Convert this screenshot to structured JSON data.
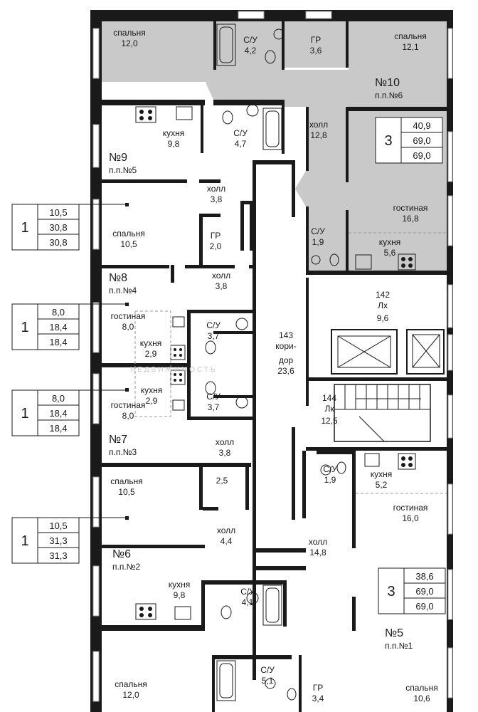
{
  "rooms": [
    {
      "name": "спальня",
      "area": "12,0"
    },
    {
      "name": "С/У",
      "area": "4,2"
    },
    {
      "name": "ГР",
      "area": "3,6"
    },
    {
      "name": "спальня",
      "area": "12,1"
    },
    {
      "name": "кухня",
      "area": "9,8"
    },
    {
      "name": "С/У",
      "area": "4,7"
    },
    {
      "name": "холл",
      "area": "12,8"
    },
    {
      "name": "холл",
      "area": "3,8"
    },
    {
      "name": "гостиная",
      "area": "16,8"
    },
    {
      "name": "спальня",
      "area": "10,5"
    },
    {
      "name": "ГР",
      "area": "2,0"
    },
    {
      "name": "С/У",
      "area": "1,9"
    },
    {
      "name": "кухня",
      "area": "5,6"
    },
    {
      "name": "холл",
      "area": "3,8"
    },
    {
      "name": "142",
      "area": "Лх"
    },
    {
      "name": "9,6",
      "area": ""
    },
    {
      "name": "гостиная",
      "area": "8,0"
    },
    {
      "name": "С/У",
      "area": "3,7"
    },
    {
      "name": "кухня",
      "area": "2,9"
    },
    {
      "name": "143",
      "area": "кори-"
    },
    {
      "name": "дор",
      "area": "23,6"
    },
    {
      "name": "кухня",
      "area": "2,9"
    },
    {
      "name": "С/У",
      "area": "3,7"
    },
    {
      "name": "гостиная",
      "area": "8,0"
    },
    {
      "name": "144",
      "area": "Лк"
    },
    {
      "name": "12,5",
      "area": ""
    },
    {
      "name": "холл",
      "area": "3,8"
    },
    {
      "name": "спальня",
      "area": "10,5"
    },
    {
      "name": "2,5",
      "area": ""
    },
    {
      "name": "С/У",
      "area": "1,9"
    },
    {
      "name": "кухня",
      "area": "5,2"
    },
    {
      "name": "гостиная",
      "area": "16,0"
    },
    {
      "name": "холл",
      "area": "4,4"
    },
    {
      "name": "холл",
      "area": "14,8"
    },
    {
      "name": "кухня",
      "area": "9,8"
    },
    {
      "name": "С/У",
      "area": "4,1"
    },
    {
      "name": "С/У",
      "area": "5,1"
    },
    {
      "name": "ГР",
      "area": "3,4"
    },
    {
      "name": "спальня",
      "area": "12,0"
    },
    {
      "name": "спальня",
      "area": "10,6"
    }
  ],
  "apartments": [
    {
      "number": "№10",
      "pp": "п.п.№6"
    },
    {
      "number": "№9",
      "pp": "п.п.№5"
    },
    {
      "number": "№8",
      "pp": "п.п.№4"
    },
    {
      "number": "№7",
      "pp": "п.п.№3"
    },
    {
      "number": "№6",
      "pp": "п.п.№2"
    },
    {
      "number": "№5",
      "pp": "п.п.№1"
    }
  ],
  "boxes": [
    {
      "rooms": "3",
      "v1": "40,9",
      "v2": "69,0",
      "v3": "69,0"
    },
    {
      "rooms": "1",
      "v1": "10,5",
      "v2": "30,8",
      "v3": "30,8"
    },
    {
      "rooms": "1",
      "v1": "8,0",
      "v2": "18,4",
      "v3": "18,4"
    },
    {
      "rooms": "1",
      "v1": "8,0",
      "v2": "18,4",
      "v3": "18,4"
    },
    {
      "rooms": "1",
      "v1": "10,5",
      "v2": "31,3",
      "v3": "31,3"
    },
    {
      "rooms": "3",
      "v1": "38,6",
      "v2": "69,0",
      "v3": "69,0"
    }
  ],
  "watermark": "НЕДВИЖИМОСТЬ",
  "colors": {
    "highlight": "#c9c9c9",
    "wall": "#1a1a1a",
    "window": "#bdbdbd"
  }
}
